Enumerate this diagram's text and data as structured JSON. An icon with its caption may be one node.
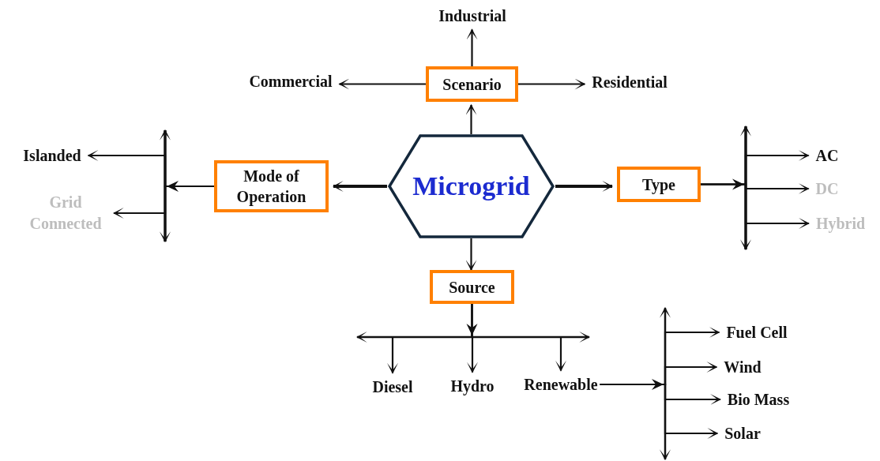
{
  "diagram": {
    "nodes": [
      {
        "text": [
          "Microgrid"
        ]
      },
      {
        "text": [
          "Scenario"
        ]
      },
      {
        "text": [
          "Industrial"
        ]
      },
      {
        "text": [
          "Commercial"
        ]
      },
      {
        "text": [
          "Residential"
        ]
      },
      {
        "text": [
          "Mode of Operation"
        ]
      },
      {
        "text": [
          "Islanded"
        ]
      },
      {
        "text": [
          "Grid Connected"
        ]
      },
      {
        "text": [
          "Type"
        ]
      },
      {
        "text": [
          "AC"
        ]
      },
      {
        "text": [
          "DC"
        ]
      },
      {
        "text": [
          "Hybrid"
        ]
      },
      {
        "text": [
          "Source"
        ]
      },
      {
        "text": [
          "Diesel"
        ]
      },
      {
        "text": [
          "Hydro"
        ]
      },
      {
        "text": [
          "Renewable"
        ]
      },
      {
        "text": [
          "Fuel Cell"
        ]
      },
      {
        "text": [
          "Wind"
        ]
      },
      {
        "text": [
          "Bio Mass"
        ]
      },
      {
        "text": [
          "Solar"
        ]
      }
    ],
    "edges": [
      {
        "from": 0,
        "to": 1,
        "arrow": "to"
      },
      {
        "from": 1,
        "to": 2,
        "arrow": "to"
      },
      {
        "from": 1,
        "to": 3,
        "arrow": "to"
      },
      {
        "from": 1,
        "to": 4,
        "arrow": "to"
      },
      {
        "from": 0,
        "to": 5,
        "arrow": "to",
        "style": "thick"
      },
      {
        "from": 5,
        "to": 6,
        "arrow": "to"
      },
      {
        "from": 5,
        "to": 7,
        "arrow": "to"
      },
      {
        "from": 0,
        "to": 8,
        "arrow": "to",
        "style": "thick"
      },
      {
        "from": 8,
        "to": 9,
        "arrow": "to"
      },
      {
        "from": 8,
        "to": 10,
        "arrow": "to"
      },
      {
        "from": 8,
        "to": 11,
        "arrow": "to"
      },
      {
        "from": 0,
        "to": 12,
        "arrow": "to"
      },
      {
        "from": 12,
        "to": 13,
        "arrow": "to"
      },
      {
        "from": 12,
        "to": 14,
        "arrow": "to"
      },
      {
        "from": 12,
        "to": 15,
        "arrow": "to"
      },
      {
        "from": 15,
        "to": 16,
        "arrow": "to"
      },
      {
        "from": 15,
        "to": 17,
        "arrow": "to"
      },
      {
        "from": 15,
        "to": 18,
        "arrow": "to"
      },
      {
        "from": 15,
        "to": 19,
        "arrow": "to"
      }
    ]
  }
}
